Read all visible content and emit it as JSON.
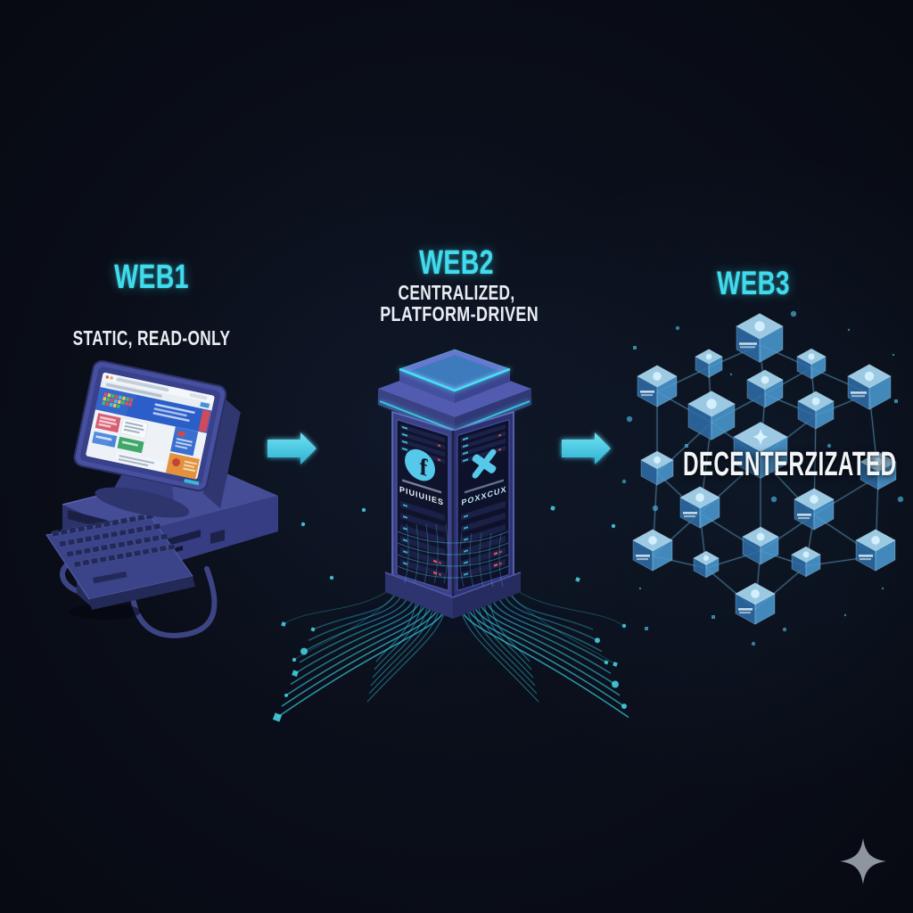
{
  "page": {
    "background": "#0a0e19",
    "accent_cyan": "#41dbee",
    "text_white": "#e9edf3"
  },
  "stages": [
    {
      "id": "web1",
      "title": "WEB1",
      "subtitle": "STATIC, READ-ONLY",
      "illustration": "retro-desktop-computer-with-crt-monitor-keyboard-and-modem"
    },
    {
      "id": "web2",
      "title": "WEB2",
      "subtitle_line1": "CENTRALIZED,",
      "subtitle_line2": "PLATFORM-DRIVEN",
      "illustration": "central-server-tower-with-data-streams",
      "left_face_logo": "facebook",
      "right_face_logo": "x",
      "left_face_label": "PIUIUIIES",
      "right_face_label": "POXXCUX"
    },
    {
      "id": "web3",
      "title": "WEB3",
      "overlay_label": "DECENTERZIZATED",
      "illustration": "decentralized-network-of-connected-cubes"
    }
  ],
  "arrows": [
    {
      "from": "web1",
      "to": "web2",
      "direction": "right",
      "color": "#4ecfe6"
    },
    {
      "from": "web2",
      "to": "web3",
      "direction": "right",
      "color": "#4ecfe6"
    }
  ],
  "watermark": {
    "shape": "four-point-star",
    "color": "#8f959f"
  }
}
